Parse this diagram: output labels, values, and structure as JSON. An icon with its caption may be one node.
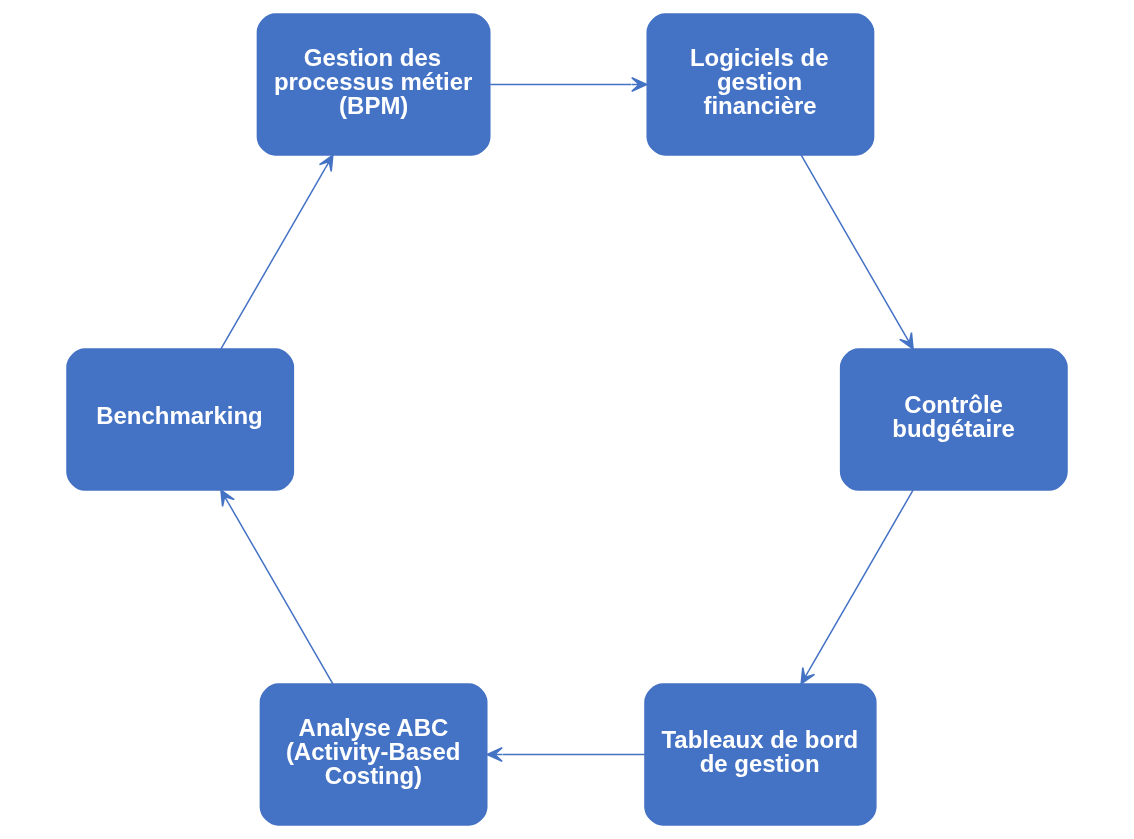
{
  "diagram": {
    "nodes": [
      {
        "text": [
          "Tableaux de bord de gestion"
        ]
      },
      {
        "text": [
          "Analyse ABC (Activity-Based Costing)"
        ]
      },
      {
        "text": [
          "Benchmarking"
        ]
      },
      {
        "text": [
          "Gestion des processus métier (BPM)"
        ]
      },
      {
        "text": [
          "Logiciels de gestion financière"
        ]
      },
      {
        "text": [
          "Contrôle budgétaire"
        ]
      }
    ],
    "edges": [
      {
        "from": 0,
        "to": 1,
        "arrow": "to"
      },
      {
        "from": 1,
        "to": 2,
        "arrow": "to"
      },
      {
        "from": 2,
        "to": 3,
        "arrow": "to"
      },
      {
        "from": 3,
        "to": 4,
        "arrow": "to"
      },
      {
        "from": 4,
        "to": 5,
        "arrow": "to"
      },
      {
        "from": 5,
        "to": 0,
        "arrow": "to"
      }
    ]
  }
}
